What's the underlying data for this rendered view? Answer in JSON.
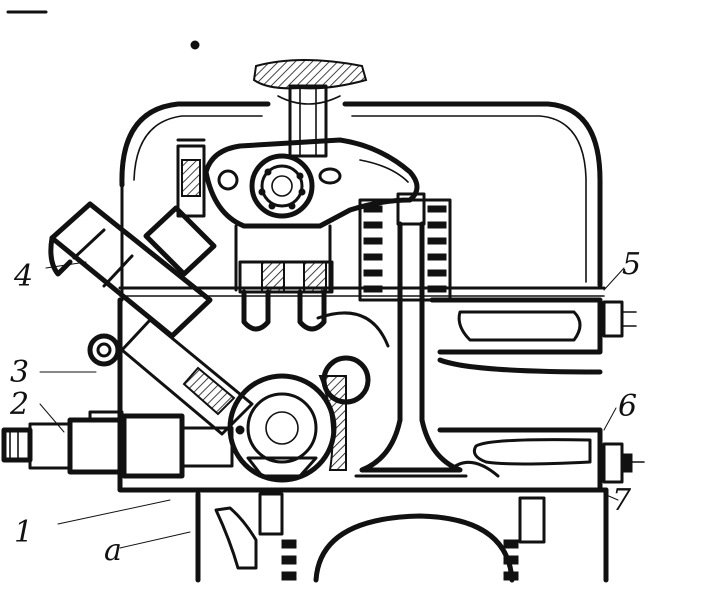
{
  "diagram": {
    "callouts": [
      {
        "id": "c4",
        "text": "4"
      },
      {
        "id": "c3",
        "text": "3"
      },
      {
        "id": "c2",
        "text": "2"
      },
      {
        "id": "c1",
        "text": "1"
      },
      {
        "id": "ca",
        "text": "a"
      },
      {
        "id": "c5",
        "text": "5"
      },
      {
        "id": "c6",
        "text": "6"
      },
      {
        "id": "c7",
        "text": "7"
      }
    ]
  }
}
